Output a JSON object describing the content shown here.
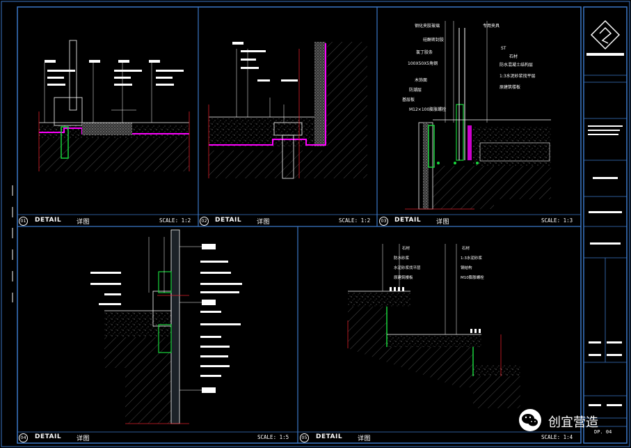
{
  "panels": [
    {
      "number": "01",
      "title": "DETAIL",
      "subtitle": "详图",
      "scale": "SCALE: 1:2"
    },
    {
      "number": "02",
      "title": "DETAIL",
      "subtitle": "详图",
      "scale": "SCALE: 1:2"
    },
    {
      "number": "03",
      "title": "DETAIL",
      "subtitle": "详图",
      "scale": "SCALE: 1:3"
    },
    {
      "number": "04",
      "title": "DETAIL",
      "subtitle": "详图",
      "scale": "SCALE: 1:5"
    },
    {
      "number": "05",
      "title": "DETAIL",
      "subtitle": "详图",
      "scale": "SCALE: 1:4"
    }
  ],
  "annotations": {
    "p3_left": [
      "钢化夹胶玻璃",
      "硅酮密封胶",
      "氯丁胶条",
      "100X50X5角钢",
      "木饰面",
      "防潮层",
      "基层板",
      "M12×100膨胀螺栓"
    ],
    "p3_right": [
      "专用夹具",
      "ST",
      "石材",
      "防水混凝土结构层",
      "1:3水泥砂浆找平层",
      "原建筑楼板"
    ],
    "p3_wood_label": "木饰面",
    "p3_stone_label": "石材",
    "p3_st_label": "ST",
    "p5_labels": [
      "石材",
      "防水砂浆",
      "水泥砂浆找平层",
      "原建筑楼板",
      "石材",
      "1:3水泥砂浆",
      "钢结构",
      "M10膨胀螺栓"
    ]
  },
  "sheet_number": "DP. 04",
  "watermark": "创宜营造",
  "colors": {
    "frame_blue": "#3b78c8",
    "line_white": "#ffffff",
    "membrane_magenta": "#ff00ff",
    "steel_green": "#19d63c",
    "dim_red": "#e0202a",
    "hatch_gray": "#8a8a8a"
  }
}
